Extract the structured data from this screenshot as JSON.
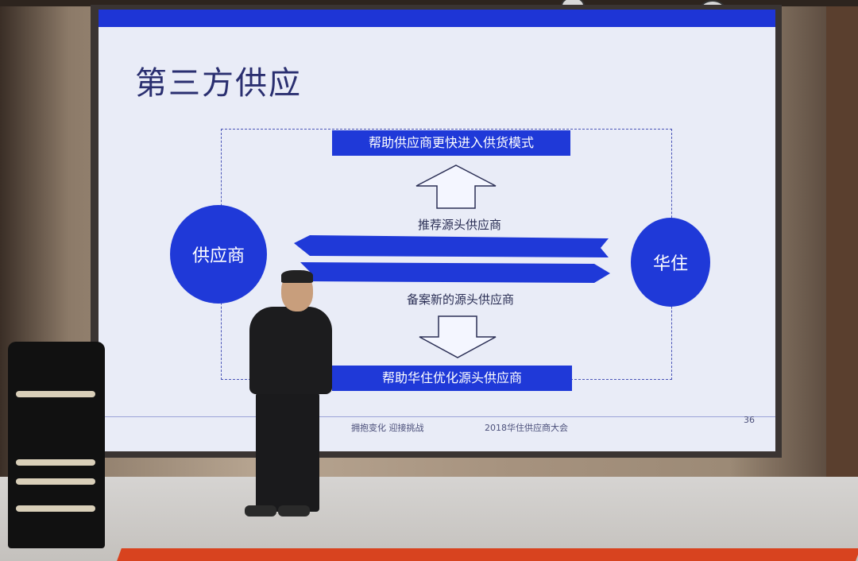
{
  "slide": {
    "title": "第三方供应",
    "top_band": "帮助供应商更快进入供货模式",
    "bottom_band": "帮助华住优化源头供应商",
    "upper_label": "推荐源头供应商",
    "lower_label": "备案新的源头供应商",
    "left_circle": "供应商",
    "right_circle": "华住",
    "footer_left": "拥抱变化  迎接挑战",
    "footer_center": "2018华住供应商大会",
    "page_number": "36"
  },
  "colors": {
    "accent_blue": "#1f39d8",
    "slide_bg": "#e9ecf7",
    "stage_edge": "#d8431f"
  }
}
